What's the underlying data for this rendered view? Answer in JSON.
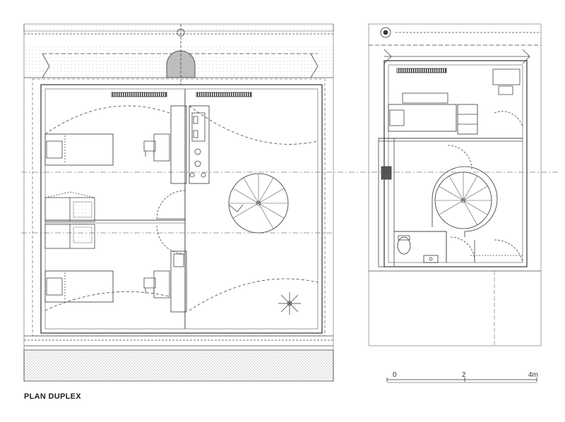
{
  "caption": "PLAN DUPLEX",
  "scale_bar": {
    "labels": [
      "0",
      "2",
      "4m"
    ]
  },
  "colors": {
    "line": "#444444",
    "hatch": "#888888",
    "wall_fill": "#d8d8d8",
    "paper": "#ffffff"
  },
  "icons": [
    "stair-icon",
    "bed-icon",
    "sink-icon",
    "toilet-icon",
    "chair-icon",
    "plant-icon",
    "north-marker-icon"
  ]
}
